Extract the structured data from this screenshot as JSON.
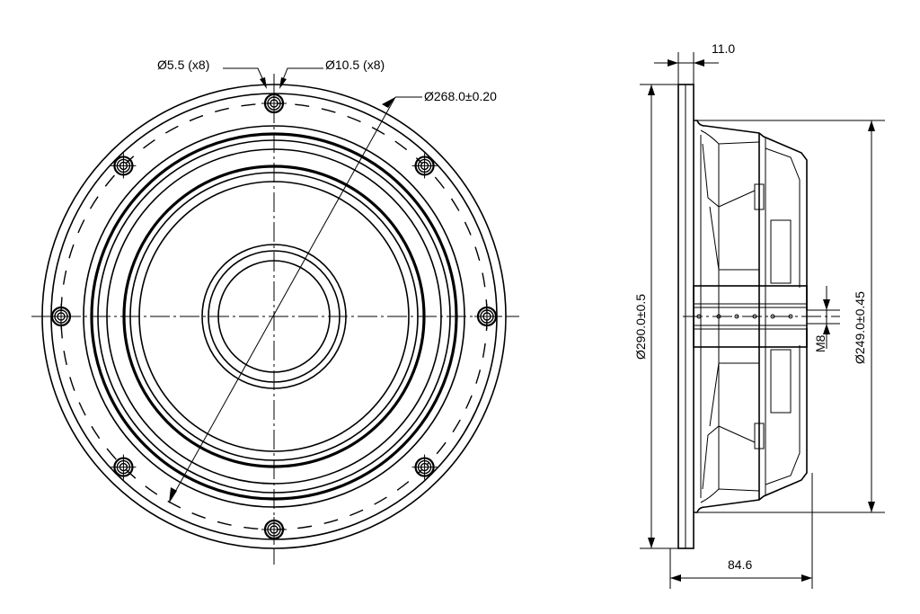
{
  "dimensions": {
    "hole_small": "Ø5.5 (x8)",
    "hole_large": "Ø10.5 (x8)",
    "bolt_circle": "Ø268.0±0.20",
    "flange_thickness": "11.0",
    "outer_diameter": "Ø290.0±0.5",
    "cutout_diameter": "Ø249.0±0.45",
    "thread": "M8",
    "depth": "84.6"
  }
}
